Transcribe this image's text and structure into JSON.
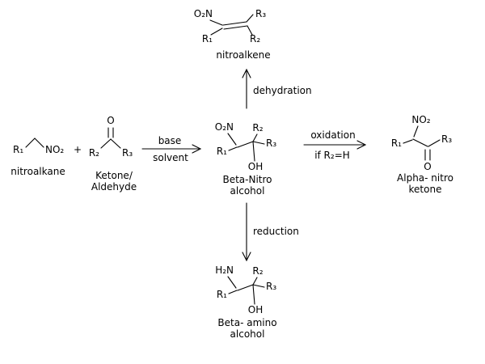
{
  "molecules": {
    "nitroalkane": {
      "r1": "R₁",
      "no2": "NO₂",
      "label": "nitroalkane"
    },
    "ketone_aldehyde": {
      "o": "O",
      "r2": "R₂",
      "r3": "R₃",
      "label_line1": "Ketone/",
      "label_line2": "Aldehyde"
    },
    "beta_nitro_alcohol": {
      "o2n": "O₂N",
      "r1": "R₁",
      "r2": "R₂",
      "r3": "R₃",
      "oh": "OH",
      "label_line1": "Beta-Nitro",
      "label_line2": "alcohol"
    },
    "nitroalkene": {
      "o2n": "O₂N",
      "r1": "R₁",
      "r2": "R₂",
      "r3": "R₃",
      "label": "nitroalkene"
    },
    "alpha_nitro_ketone": {
      "no2": "NO₂",
      "r1": "R₁",
      "r3": "R₃",
      "o": "O",
      "label_line1": "Alpha- nitro",
      "label_line2": "ketone"
    },
    "beta_amino_alcohol": {
      "h2n": "H₂N",
      "r1": "R₁",
      "r2": "R₂",
      "r3": "R₃",
      "oh": "OH",
      "label_line1": "Beta- amino",
      "label_line2": "alcohol"
    }
  },
  "operators": {
    "plus": "+"
  },
  "arrows": {
    "base_solvent": {
      "above": "base",
      "below": "solvent"
    },
    "dehydration": {
      "label": "dehydration"
    },
    "oxidation": {
      "above": "oxidation",
      "below": "if R₂=H"
    },
    "reduction": {
      "label": "reduction"
    }
  },
  "colors": {
    "ink": "#000000",
    "background": "#ffffff"
  }
}
